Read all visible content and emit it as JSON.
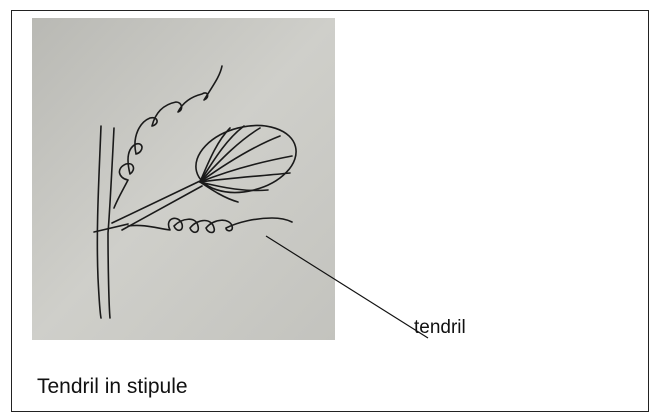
{
  "figure": {
    "label": "tendril",
    "caption": "Tendril in stipule"
  },
  "colors": {
    "paper": "#c9c9c4",
    "ink": "#1a1a1a",
    "border": "#222222"
  },
  "icons": {
    "sketch": "hand-drawn-plant-sketch"
  }
}
